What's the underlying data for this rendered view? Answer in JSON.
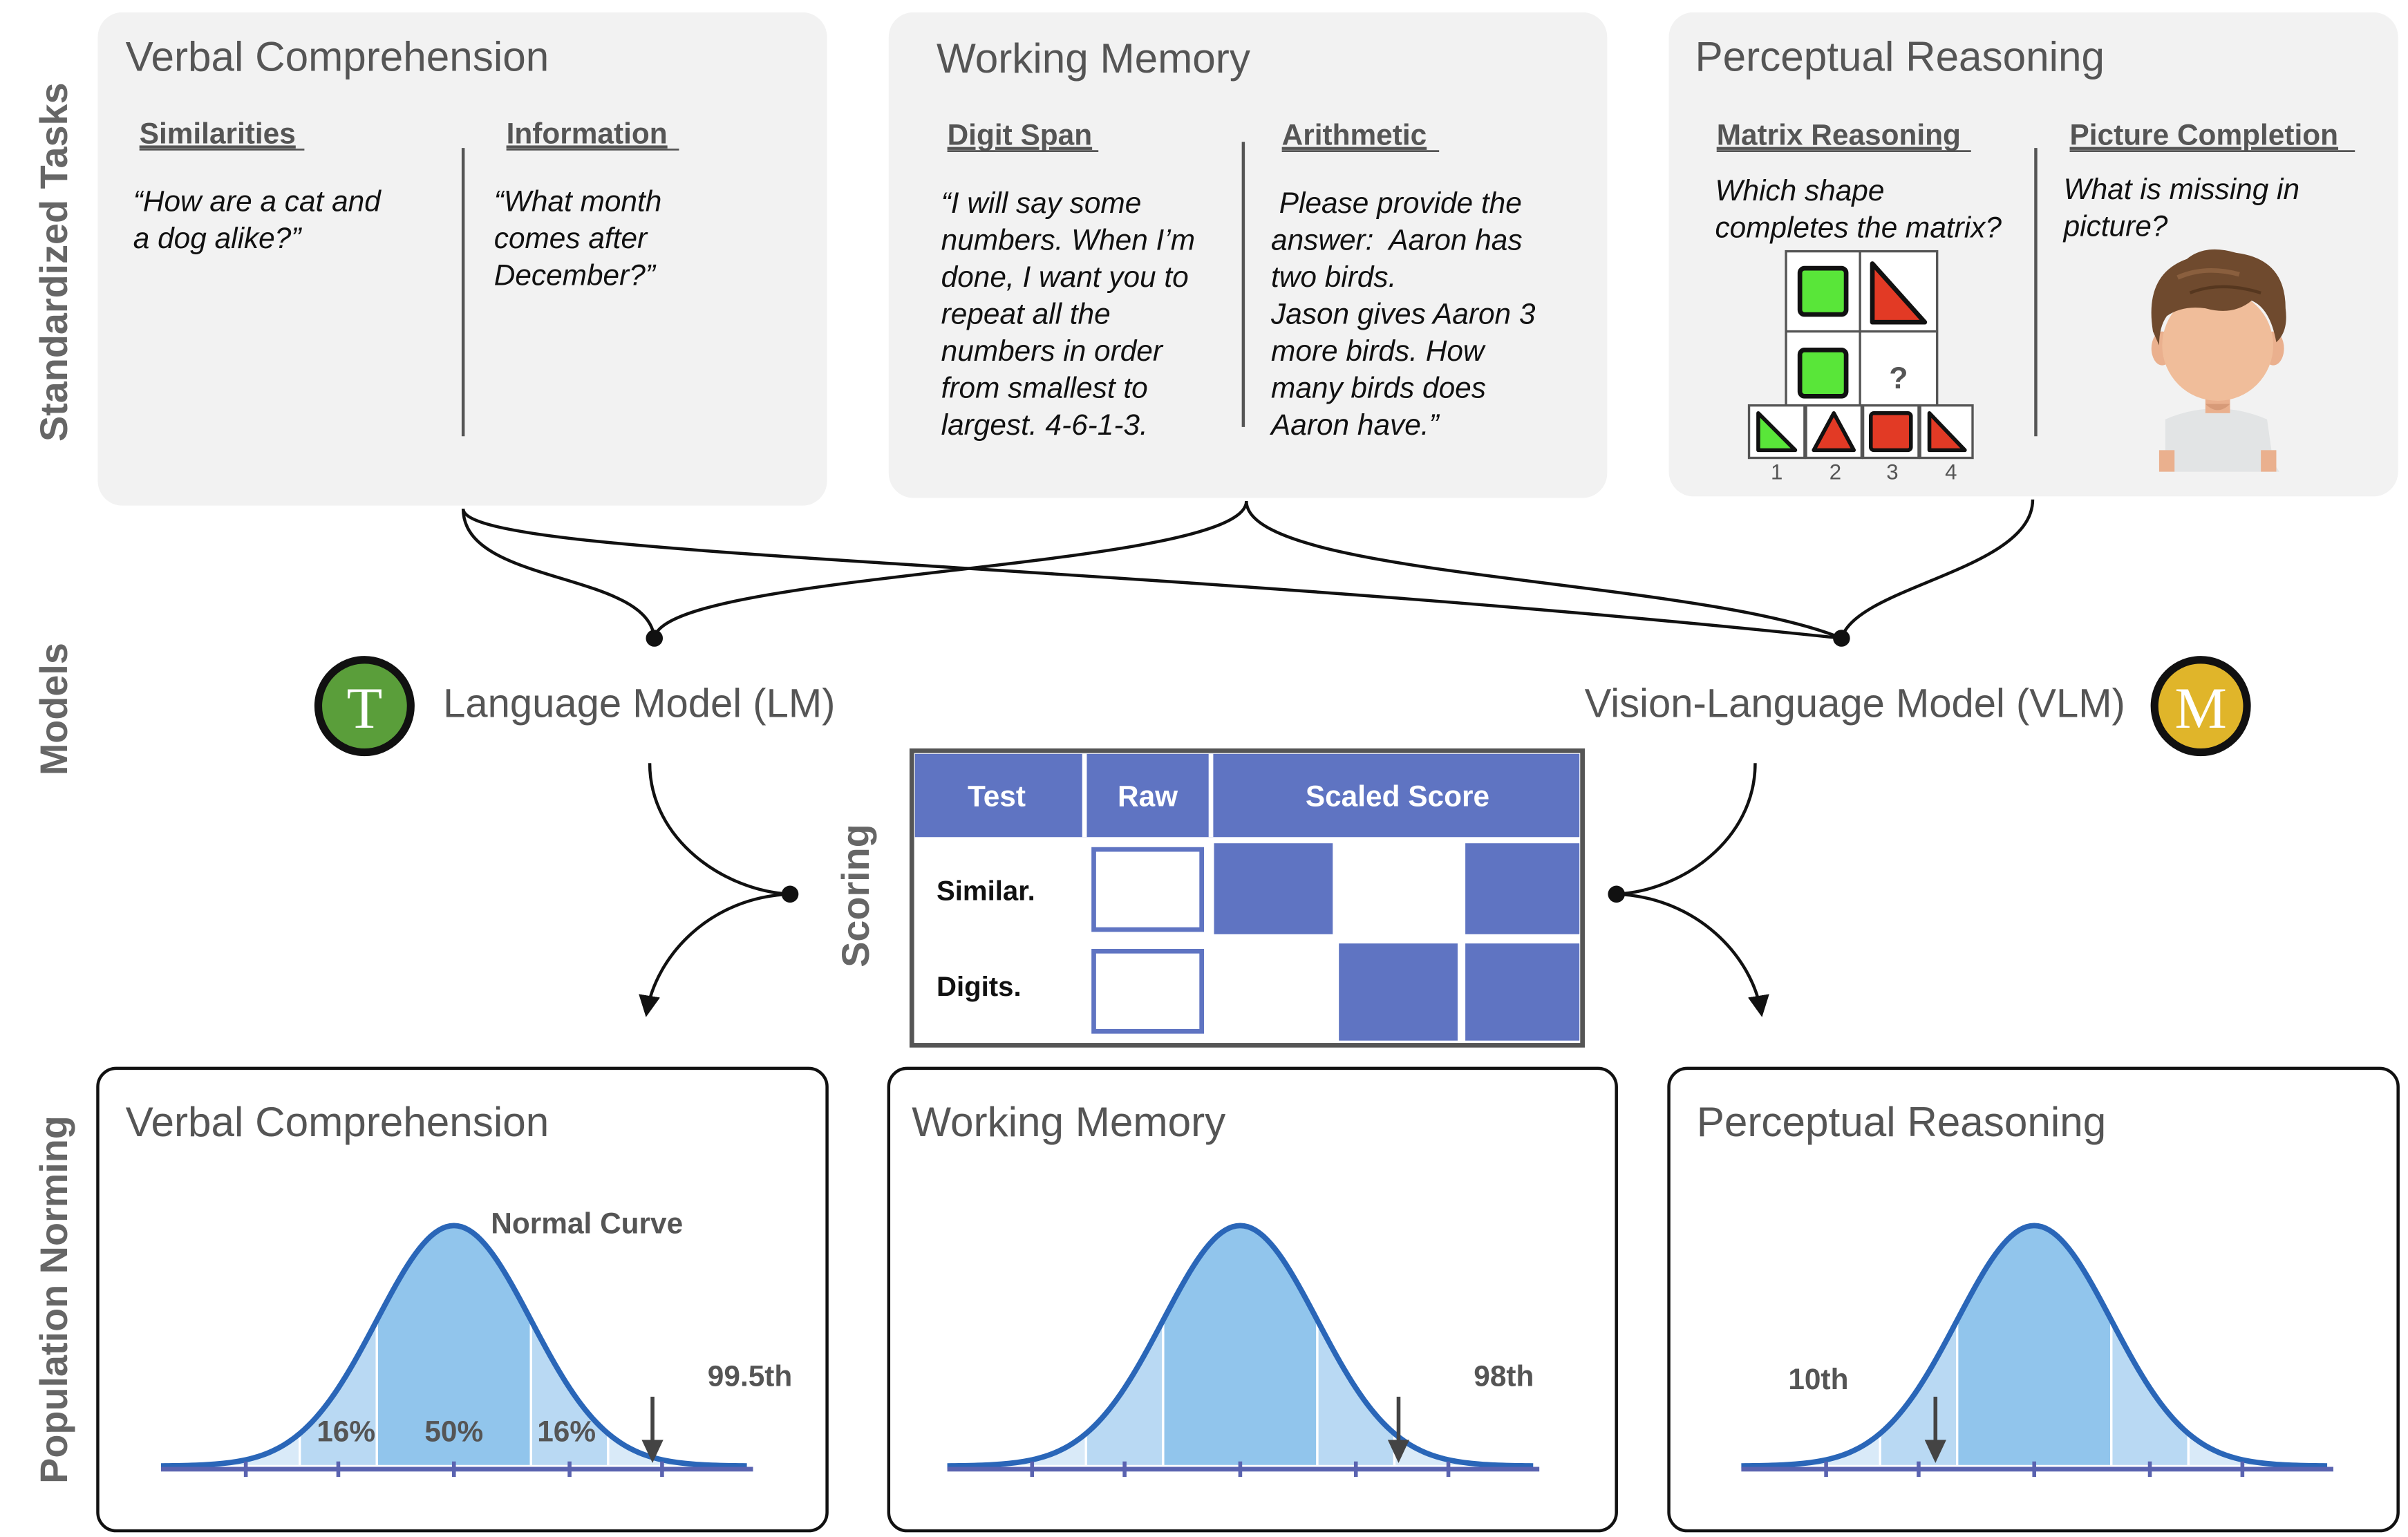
{
  "row_labels": {
    "tasks": "Standardized Tasks",
    "models": "Models",
    "scoring": "Scoring",
    "norming": "Population Norming"
  },
  "task_panels": [
    {
      "title": "Verbal Comprehension",
      "subtasks": [
        {
          "heading": "Similarities",
          "lines": [
            "“How are a cat and",
            "a dog alike?”"
          ]
        },
        {
          "heading": "Information",
          "lines": [
            "“What month",
            "comes after",
            "December?”"
          ]
        }
      ]
    },
    {
      "title": "Working Memory",
      "subtasks": [
        {
          "heading": "Digit Span",
          "lines": [
            "“I will say some",
            "numbers.  When I’m",
            "done, I want you to",
            "repeat all the",
            "numbers in order",
            "from smallest to",
            "largest. 4-6-1-3."
          ]
        },
        {
          "heading": "Arithmetic",
          "lines": [
            " Please provide the",
            "answer:  Aaron has",
            "two birds.",
            "Jason gives Aaron 3",
            "more birds. How",
            "many birds does",
            "Aaron have.”"
          ]
        }
      ]
    },
    {
      "title": "Perceptual Reasoning",
      "subtasks": [
        {
          "heading": "Matrix Reasoning",
          "lines": [
            "Which shape",
            "completes the matrix?"
          ]
        },
        {
          "heading": "Picture Completion",
          "lines": [
            "What is missing in",
            "picture?"
          ]
        }
      ],
      "matrix_question_mark": "?",
      "option_numbers": [
        "1",
        "2",
        "3",
        "4"
      ]
    }
  ],
  "models": {
    "lm": {
      "badge": "T",
      "label": "Language Model (LM)",
      "color": "#5a9e3a"
    },
    "vlm": {
      "badge": "M",
      "label": "Vision-Language Model (VLM)",
      "color": "#e0b52a"
    }
  },
  "scoring_table": {
    "headers": [
      "Test",
      "Raw",
      "Scaled Score"
    ],
    "rows": [
      {
        "label": "Similar.",
        "filled_cells": [
          true,
          false,
          true
        ]
      },
      {
        "label": "Digits.",
        "filled_cells": [
          false,
          true,
          true
        ]
      }
    ],
    "accent": "#5f74c2"
  },
  "norm_panels": [
    {
      "title": "Verbal Comprehension",
      "curve_label": "Normal Curve",
      "band_labels": [
        "16%",
        "50%",
        "16%"
      ],
      "marker": "99.5th",
      "marker_percentile": 99.5
    },
    {
      "title": "Working Memory",
      "marker": "98th",
      "marker_percentile": 98
    },
    {
      "title": "Perceptual Reasoning",
      "marker": "10th",
      "marker_percentile": 10
    }
  ]
}
